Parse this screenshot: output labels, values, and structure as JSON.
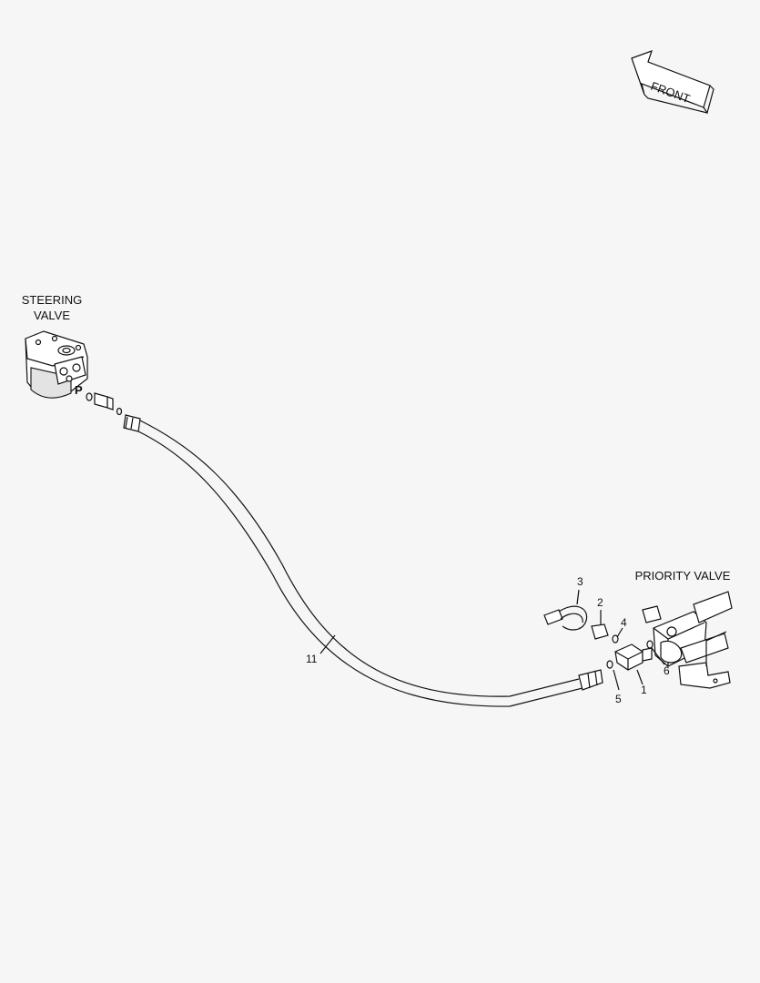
{
  "labels": {
    "front": "FRONT",
    "steering_valve_line1": "STEERING",
    "steering_valve_line2": "VALVE",
    "port_p": "P",
    "priority_valve": "PRIORITY VALVE"
  },
  "callouts": {
    "c1": "1",
    "c2": "2",
    "c3": "3",
    "c4": "4",
    "c5": "5",
    "c6": "6",
    "c11": "11"
  },
  "colors": {
    "line": "#111111",
    "background": "#f6f6f6",
    "part_fill": "#ffffff"
  }
}
